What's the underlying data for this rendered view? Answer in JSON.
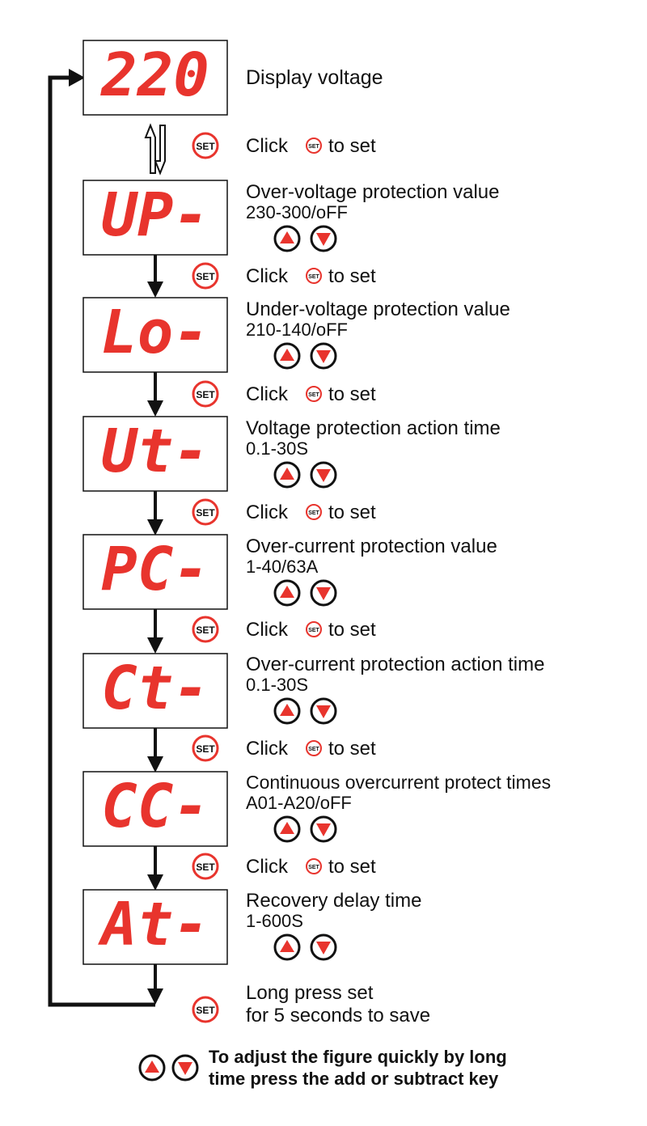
{
  "colors": {
    "display_digit": "#e8342d",
    "button_fill": "#e8342d",
    "line": "#111111"
  },
  "icons": {
    "set_button": "set-button-icon",
    "up_button": "up-arrow-button-icon",
    "down_button": "down-arrow-button-icon",
    "toggle_arrows": "bidirectional-arrow-icon"
  },
  "set_key_label": "SET",
  "steps": [
    {
      "display": "220",
      "title": "Display voltage",
      "range": ""
    },
    {
      "display": "UP-",
      "title": "Over-voltage protection value",
      "range": "230-300/oFF"
    },
    {
      "display": "Lo-",
      "title": "Under-voltage protection value",
      "range": "210-140/oFF"
    },
    {
      "display": "Ut-",
      "title": "Voltage protection action time",
      "range": "0.1-30S"
    },
    {
      "display": "PC-",
      "title": "Over-current protection value",
      "range": "1-40/63A"
    },
    {
      "display": "Ct-",
      "title": "Over-current protection action time",
      "range": "0.1-30S"
    },
    {
      "display": "CC-",
      "title": "Continuous overcurrent protect times",
      "range": "A01-A20/oFF"
    },
    {
      "display": "At-",
      "title": "Recovery delay time",
      "range": "1-600S"
    }
  ],
  "click_prefix": "Click",
  "click_suffix": "to set",
  "save_note": {
    "line1": "Long press set",
    "line2": "for 5 seconds to save"
  },
  "footer_note": {
    "line1": "To adjust the figure quickly by long",
    "line2": "time press the add or subtract key"
  }
}
